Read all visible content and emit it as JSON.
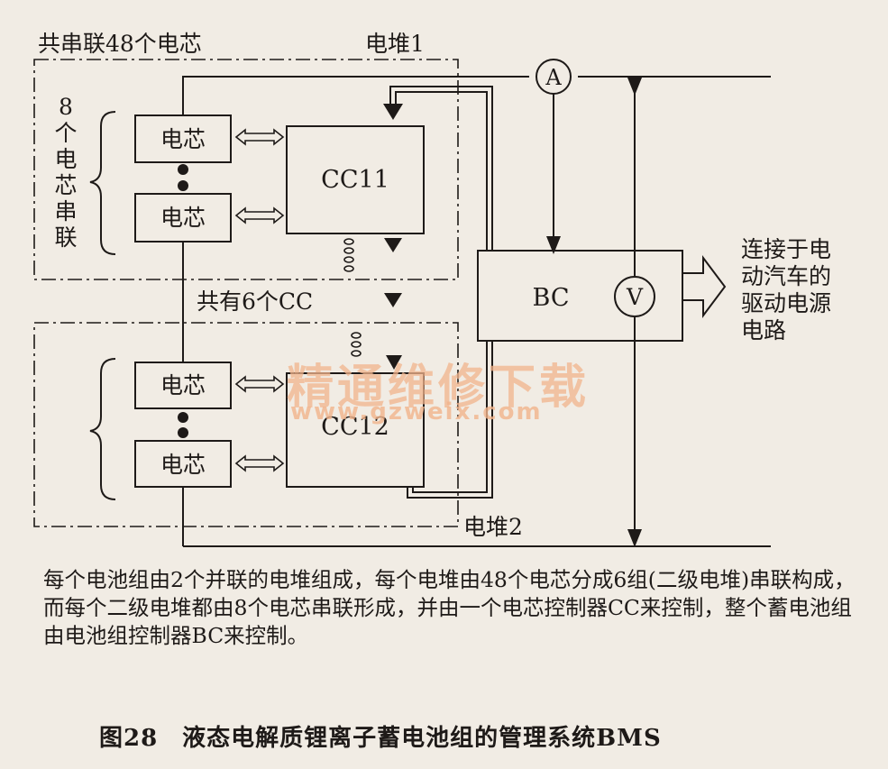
{
  "labels": {
    "series_48": "共串联48个电芯",
    "stack1": "电堆1",
    "stack2": "电堆2",
    "eight_vertical": [
      "8",
      "个",
      "电",
      "芯",
      "串",
      "联"
    ],
    "cell": "电芯",
    "cc11": "CC11",
    "cc12": "CC12",
    "six_cc": "共有6个CC",
    "bc": "BC",
    "ammeter": "A",
    "voltmeter": "V",
    "connect_lines": [
      "连接于电",
      "动汽车的",
      "驱动电源",
      "电路"
    ]
  },
  "watermark": {
    "cn": "精通维修下载",
    "url": "www.gzweix.com"
  },
  "caption": "每个电池组由2个并联的电堆组成，每个电堆由48个电芯分成6组(二级电堆)串联构成，而每个二级电堆都由8个电芯串联形成，并由一个电芯控制器CC来控制，整个蓄电池组由电池组控制器BC来控制。",
  "figure_title": "图28　液态电解质锂离子蓄电池组的管理系统BMS",
  "colors": {
    "background": "#f1ece4",
    "ink": "#1e1a18",
    "watermark": "#f2b48c"
  }
}
